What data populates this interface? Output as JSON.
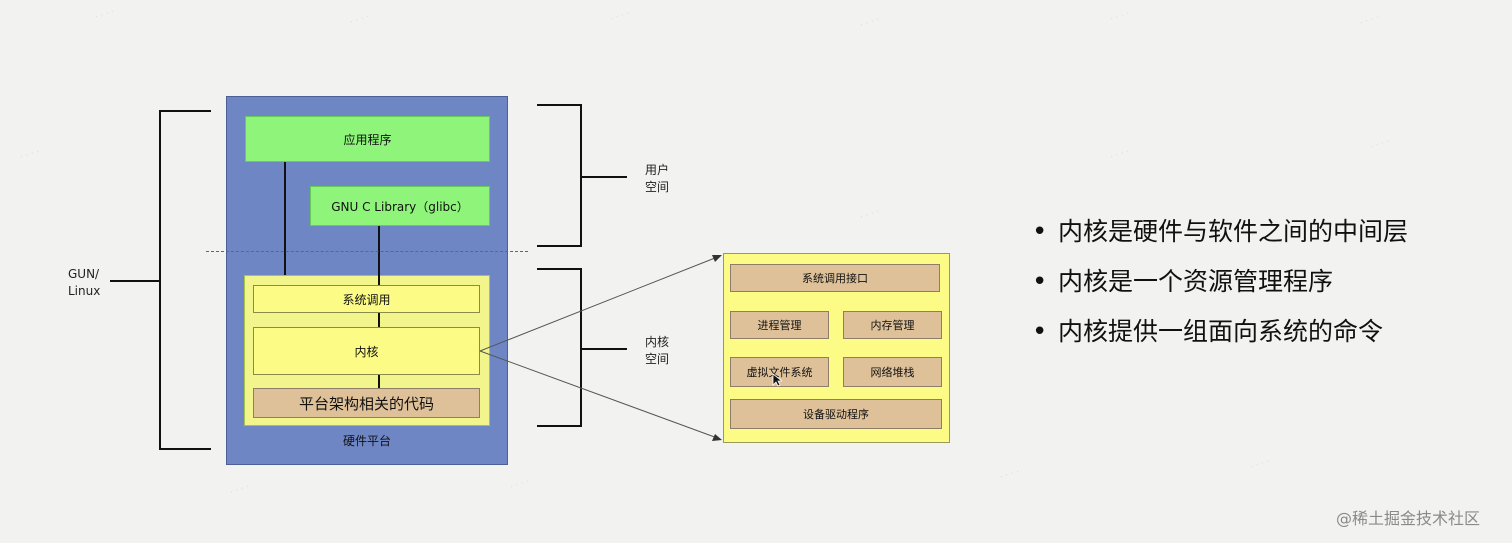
{
  "diagram": {
    "left_label": "GUN/\nLinux",
    "user_space_label": "用户\n空间",
    "kernel_space_label": "内核\n空间",
    "hardware_label": "硬件平台",
    "app_label": "应用程序",
    "glibc_label": "GNU C Library（glibc）",
    "syscall_label": "系统调用",
    "kernel_label": "内核",
    "arch_code_label": "平台架构相关的代码"
  },
  "detail": {
    "syscall_interface": "系统调用接口",
    "process_mgmt": "进程管理",
    "memory_mgmt": "内存管理",
    "vfs": "虚拟文件系统",
    "network_stack": "网络堆栈",
    "device_drivers": "设备驱动程序"
  },
  "bullets": [
    "内核是硬件与软件之间的中间层",
    "内核是一个资源管理程序",
    "内核提供一组面向系统的命令"
  ],
  "credit": "@稀土掘金技术社区"
}
